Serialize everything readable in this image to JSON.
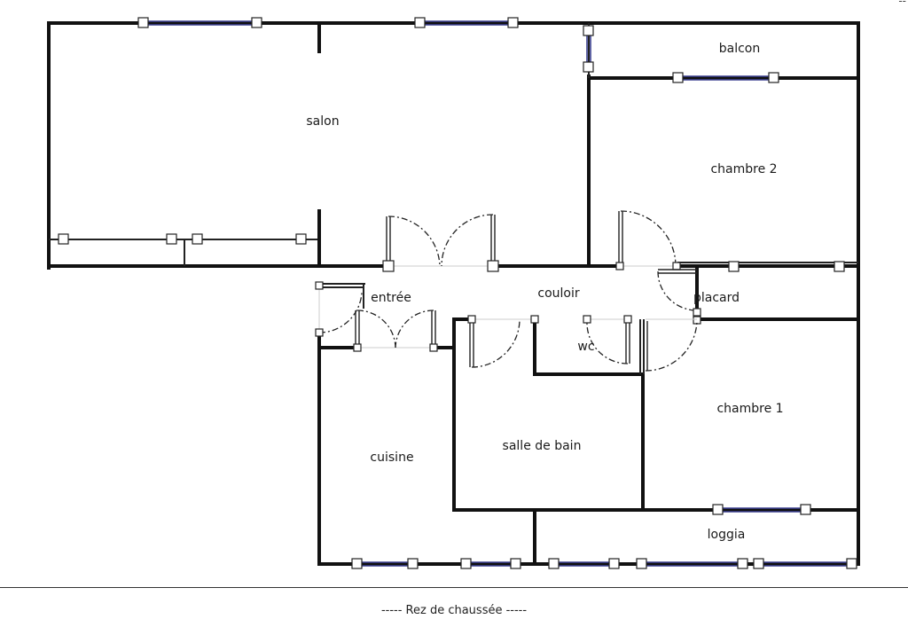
{
  "rooms": {
    "balcon": "balcon",
    "salon": "salon",
    "chambre_2": "chambre 2",
    "entree": "entrée",
    "couloir": "couloir",
    "placard": "placard",
    "wc": "wc",
    "chambre_1": "chambre 1",
    "cuisine": "cuisine",
    "salle_de_bain": "salle de bain",
    "loggia": "loggia"
  },
  "footer": {
    "caption": "----- Rez de chaussée -----"
  },
  "corner_mark": "--",
  "colors": {
    "wall": "#111111",
    "window": "#3a3f8f",
    "background": "#ffffff"
  }
}
